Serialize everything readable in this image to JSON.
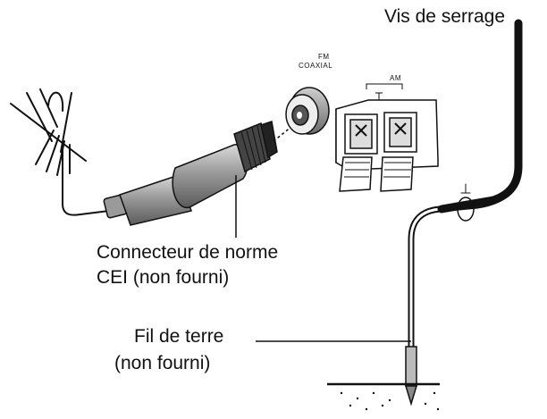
{
  "labels": {
    "clamp_screw": "Vis de serrage",
    "connector_line1": "Connecteur de norme",
    "connector_line2": "CEI (non fourni)",
    "ground_wire_line1": "Fil de terre",
    "ground_wire_line2": "(non fourni)",
    "fm_line1": "FM",
    "fm_line2": "COAXIAL",
    "am": "AM"
  },
  "colors": {
    "ink": "#111111",
    "paper": "#ffffff",
    "shade": "#7a7a7a"
  }
}
